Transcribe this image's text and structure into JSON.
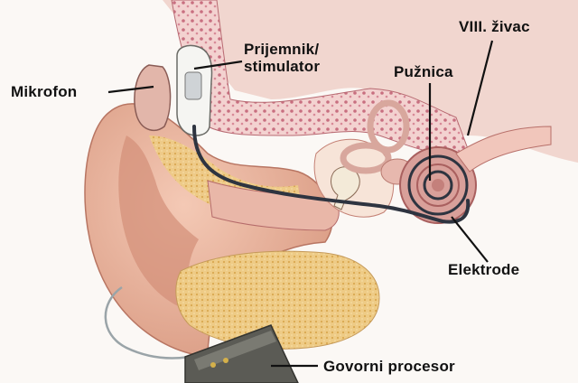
{
  "labels": {
    "mikrofon": "Mikrofon",
    "prijemnik_line1": "Prijemnik/",
    "prijemnik_line2": "stimulator",
    "zivac": "VIII. živac",
    "puznica": "Pužnica",
    "elektrode": "Elektrode",
    "govorni_procesor": "Govorni procesor"
  },
  "colors": {
    "skin": "#e8b09a",
    "skin_shadow": "#c98670",
    "bone": "#f0c9c6",
    "bone_dots": "#c46a7a",
    "fat": "#e9c27a",
    "tissue_dark": "#b55b62",
    "device": "#5b5b55",
    "cable": "#2e3440",
    "leader_line": "#111111"
  }
}
